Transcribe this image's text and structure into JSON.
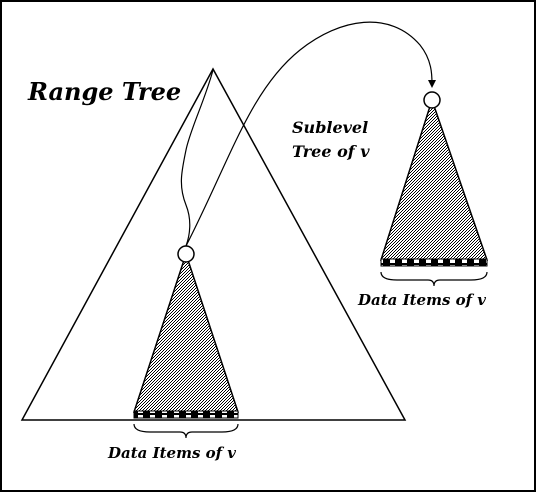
{
  "labels": {
    "range_tree": "Range Tree",
    "sublevel_line1": "Sublevel",
    "sublevel_line2": "Tree of v",
    "data_items_main": "Data Items of v",
    "data_items_sub": "Data Items of v"
  },
  "colors": {
    "line": "#000000",
    "background": "#ffffff",
    "hatch": "#000000"
  }
}
